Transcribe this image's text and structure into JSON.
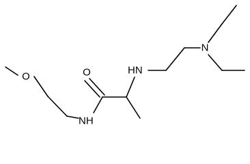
{
  "molecule": {
    "atoms": {
      "methoxy_oxygen": "O",
      "amide_oxygen": "O",
      "amide_nitrogen": "NH",
      "amine_nitrogen": "HN",
      "tertiary_nitrogen": "N"
    }
  }
}
